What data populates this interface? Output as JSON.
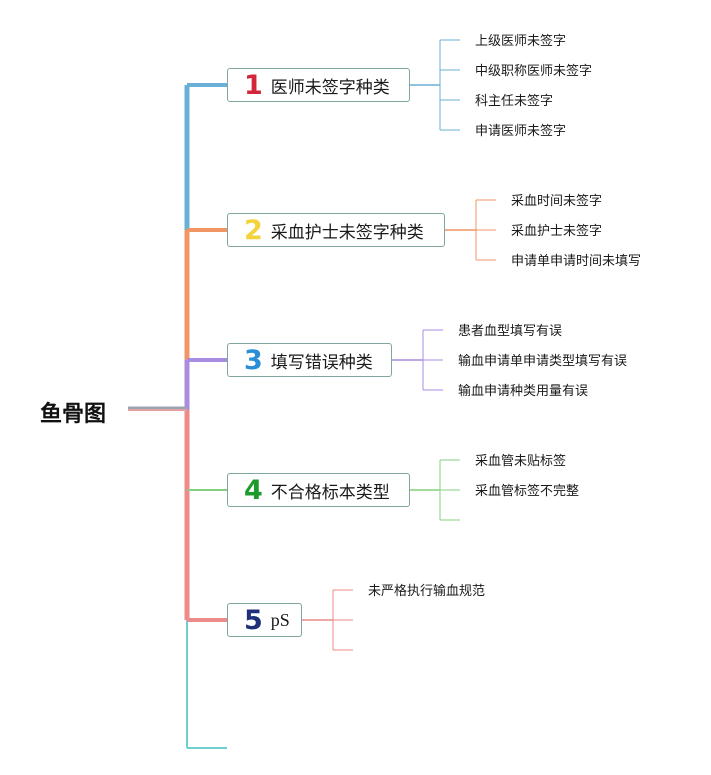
{
  "root": {
    "label": "鱼骨图"
  },
  "branches": [
    {
      "number": "1",
      "label": "医师未签字种类",
      "color": "#6ab0d6",
      "number_color": "#d3263a",
      "leaves": [
        "上级医师未签字",
        "中级职称医师未签字",
        "科主任未签字",
        "申请医师未签字"
      ]
    },
    {
      "number": "2",
      "label": "采血护士未签字种类",
      "color": "#f29564",
      "number_color": "#f2d33b",
      "leaves": [
        "采血时间未签字",
        "采血护士未签字",
        "申请单申请时间未填写"
      ]
    },
    {
      "number": "3",
      "label": "填写错误种类",
      "color": "#a98ce0",
      "number_color": "#2a8fd6",
      "leaves": [
        "患者血型填写有误",
        "输血申请单申请类型填写有误",
        "输血申请种类用量有误"
      ]
    },
    {
      "number": "4",
      "label": "不合格标本类型",
      "color": "#86cf7d",
      "number_color": "#1e9a2c",
      "leaves": [
        "采血管未贴标签",
        "采血管标签不完整",
        ""
      ]
    },
    {
      "number": "5",
      "label": "pS",
      "color": "#ee8a8a",
      "number_color": "#1f2f7a",
      "leaves": [
        "未严格执行输血规范",
        "",
        ""
      ]
    }
  ],
  "extra_line_color": "#6fcfcf"
}
